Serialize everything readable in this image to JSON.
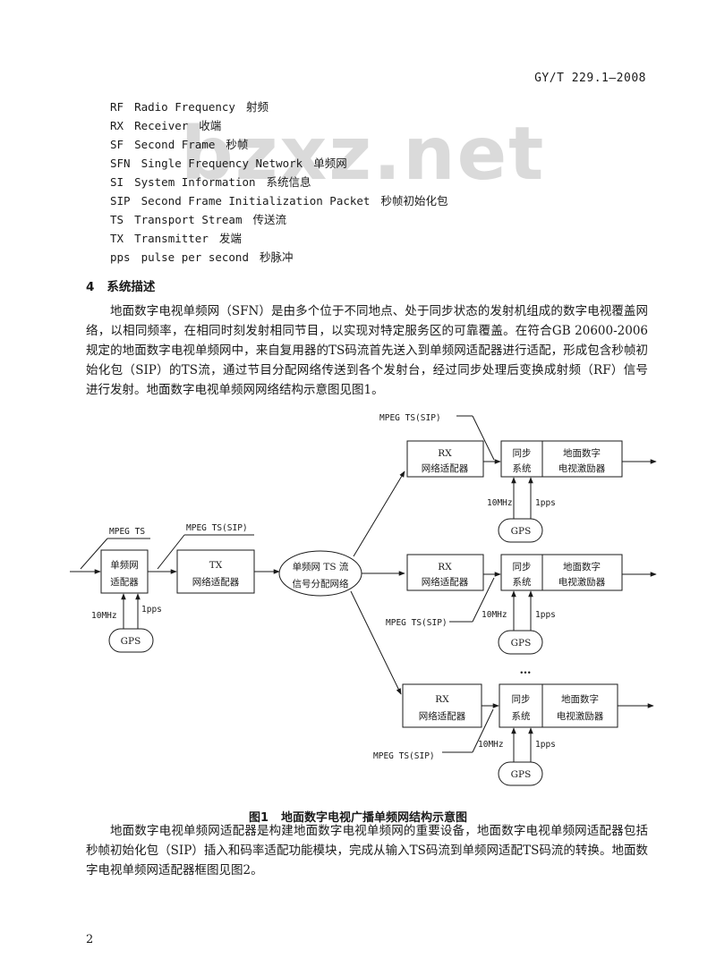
{
  "header": {
    "standard_number": "GY/T 229.1—2008"
  },
  "watermark": {
    "text": "bzxz.net"
  },
  "abbreviations": [
    {
      "code": "RF",
      "english": "Radio Frequency",
      "chinese": "射频"
    },
    {
      "code": "RX",
      "english": "Receiver",
      "chinese": "收端"
    },
    {
      "code": "SF",
      "english": "Second Frame",
      "chinese": "秒帧"
    },
    {
      "code": "SFN",
      "english": "Single Frequency Network",
      "chinese": "单频网"
    },
    {
      "code": "SI",
      "english": "System Information",
      "chinese": "系统信息"
    },
    {
      "code": "SIP",
      "english": "Second Frame Initialization Packet",
      "chinese": "秒帧初始化包"
    },
    {
      "code": "TS",
      "english": "Transport Stream",
      "chinese": "传送流"
    },
    {
      "code": "TX",
      "english": "Transmitter",
      "chinese": "发端"
    },
    {
      "code": "pps",
      "english": "pulse per second",
      "chinese": "秒脉冲"
    }
  ],
  "section": {
    "number": "4",
    "title": "系统描述",
    "paragraph1": "地面数字电视单频网（SFN）是由多个位于不同地点、处于同步状态的发射机组成的数字电视覆盖网络，以相同频率，在相同时刻发射相同节目，以实现对特定服务区的可靠覆盖。在符合GB 20600-2006规定的地面数字电视单频网中，来自复用器的TS码流首先送入到单频网适配器进行适配，形成包含秒帧初始化包（SIP）的TS流，通过节目分配网络传送到各个发射台，经过同步处理后变换成射频（RF）信号进行发射。地面数字电视单频网网络结构示意图见图1。",
    "paragraph2": "地面数字电视单频网适配器是构建地面数字电视单频网的重要设备，地面数字电视单频网适配器包括秒帧初始化包（SIP）插入和码率适配功能模块，完成从输入TS码流到单频网适配TS码流的转换。地面数字电视单频网适配器框图见图2。"
  },
  "figure": {
    "number": "图1",
    "title": "地面数字电视广播单频网结构示意图",
    "labels": {
      "mpeg_ts": "MPEG TS",
      "mpeg_ts_sip": "MPEG TS(SIP)",
      "sfn_adapter_line1": "单频网",
      "sfn_adapter_line2": "适配器",
      "tx_line1": "TX",
      "tx_line2": "网络适配器",
      "network_line1": "单频网 TS 流",
      "network_line2": "信号分配网络",
      "rx_line1": "RX",
      "rx_line2": "网络适配器",
      "sync_line1": "同步",
      "sync_line2": "系统",
      "exciter_line1": "地面数字",
      "exciter_line2": "电视激励器",
      "gps": "GPS",
      "ten_mhz": "10MHz",
      "one_pps": "1pps",
      "ellipsis": "…"
    }
  },
  "footer": {
    "page_number": "2"
  }
}
